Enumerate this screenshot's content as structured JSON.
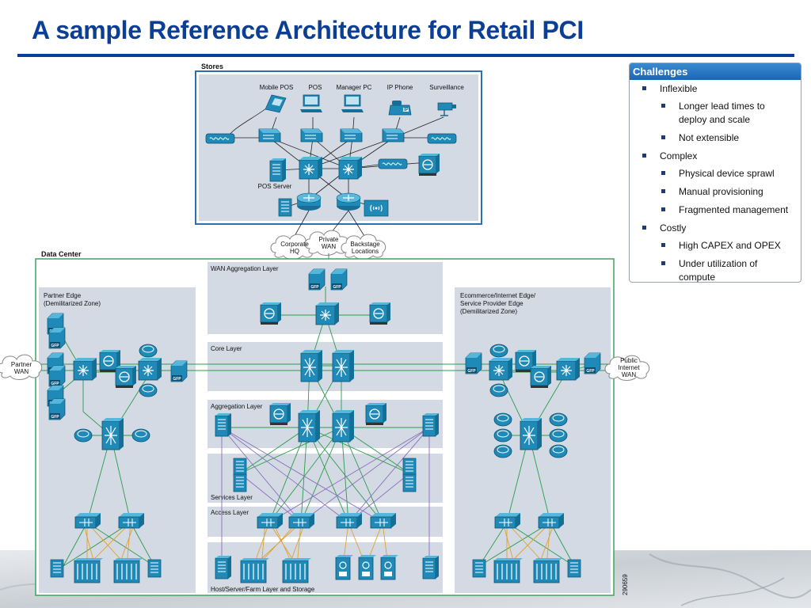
{
  "slide": {
    "title": "A sample Reference Architecture for Retail PCI"
  },
  "stores": {
    "label": "Stores",
    "devices": [
      "Mobile POS",
      "POS",
      "Manager PC",
      "IP Phone",
      "Surveillance"
    ],
    "pos_server": "POS Server",
    "ip_phone_glyph": "IP"
  },
  "clouds": {
    "corporate_hq": [
      "Corporate",
      "HQ"
    ],
    "private_wan": [
      "Private",
      "WAN"
    ],
    "backstage": [
      "Backstage",
      "Locations"
    ],
    "partner_wan": [
      "Partner",
      "WAN"
    ],
    "public_wan": [
      "Public",
      "Internet",
      "WAN"
    ]
  },
  "datacenter": {
    "label": "Data Center",
    "partner_edge": [
      "Partner Edge",
      "(Demilitarized Zone)"
    ],
    "ecommerce_edge": [
      "Ecommerce/Internet Edge/",
      "Service Provider Edge",
      "(Demilitarized Zone)"
    ],
    "layers": {
      "wan": "WAN Aggregation Layer",
      "core": "Core Layer",
      "aggregation": "Aggregation Layer",
      "services": "Services Layer",
      "access": "Access Layer",
      "host": "Host/Server/Farm Layer and Storage"
    },
    "gfp_label": "GFP"
  },
  "figure_number": "290659",
  "challenges": {
    "heading": "Challenges",
    "groups": [
      {
        "label": "Inflexible",
        "items": [
          "Longer lead times to deploy and scale",
          "Not extensible"
        ]
      },
      {
        "label": "Complex",
        "items": [
          "Physical device sprawl",
          "Manual provisioning",
          "Fragmented management"
        ]
      },
      {
        "label": "Costly",
        "items": [
          "High CAPEX and OPEX",
          "Under utilization of compute"
        ]
      }
    ]
  },
  "colors": {
    "title": "#0b3f95",
    "device": "#1f8ab7",
    "panel": "#d3dae3",
    "stores_border": "#2e6fb0",
    "datacenter_border": "#3aa65a",
    "link_green": "#2c9a4c",
    "link_purple": "#8a6fbf",
    "link_orange": "#e0a030"
  }
}
